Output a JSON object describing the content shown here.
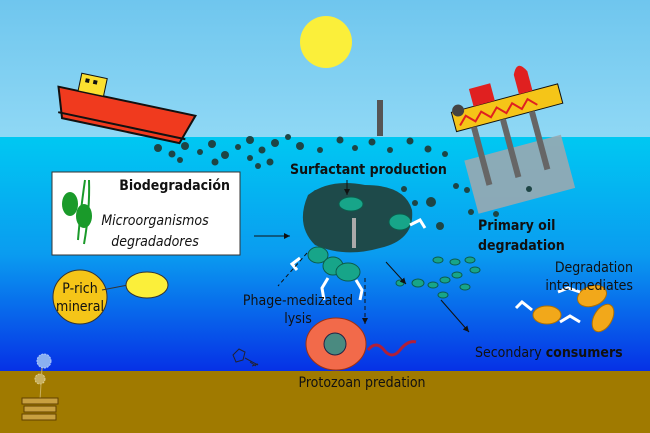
{
  "labels": {
    "biodegradation_title": "Biodegradación",
    "microorganisms_line1": "Microorganismos",
    "microorganisms_line2": "degradadores",
    "surfactant": "Surfactant production",
    "primary_oil_line1": "Primary oil",
    "primary_oil_line2": "degradation",
    "degradation_int_line1": "Degradation",
    "degradation_int_line2": "intermediates",
    "p_rich_line1": "P-rich",
    "p_rich_line2": "mineral",
    "phage_line1": "Phage-medizated",
    "phage_line2": "lysis",
    "secondary_regular": "Secondary ",
    "secondary_bold": "consumers",
    "protozoan": "Protozoan predation"
  },
  "colors": {
    "sky": "#7dd0f2",
    "sea_top": "#00c6f2",
    "sea_bottom": "#0633e8",
    "sediment": "#a07a00",
    "oil": "#1e4a4a",
    "bacteria": "#17a589",
    "sun": "#fbef3a",
    "ship": "#f03a1e"
  }
}
